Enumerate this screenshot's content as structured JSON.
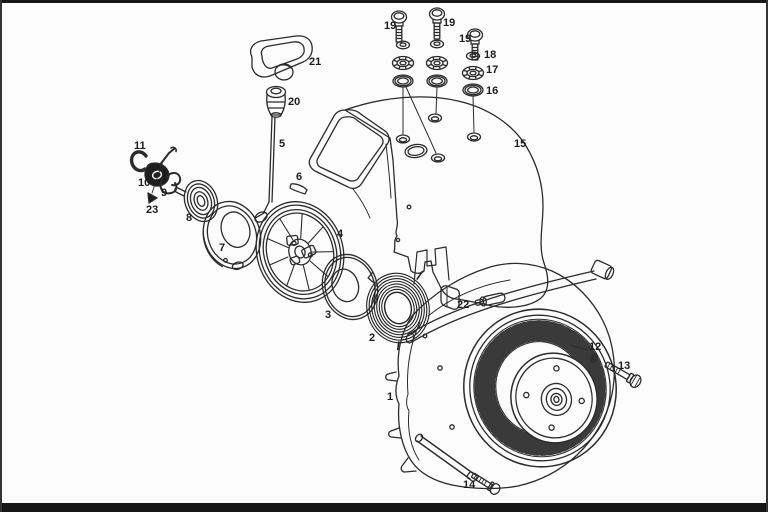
{
  "diagram": {
    "type": "exploded-parts-diagram",
    "subject": "recoil-starter-and-fan-housing-assembly",
    "colors": {
      "paper": "#fcfcfc",
      "ink": "#2b2b2b",
      "frame": "#161616",
      "dark_fill": "#1d1d1d"
    },
    "callouts": [
      {
        "text": "19",
        "name": "hex-bolt"
      },
      {
        "text": "19",
        "name": "hex-bolt"
      },
      {
        "text": "19",
        "name": "hex-bolt"
      },
      {
        "text": "18",
        "name": "small-washer"
      },
      {
        "text": "17",
        "name": "serrated-washer"
      },
      {
        "text": "16",
        "name": "plain-washer"
      },
      {
        "text": "21",
        "name": "starter-handle"
      },
      {
        "text": "20",
        "name": "rope-bushing"
      },
      {
        "text": "5",
        "name": "starter-rope"
      },
      {
        "text": "6",
        "name": "rope-wedge"
      },
      {
        "text": "11",
        "name": "retaining-ring"
      },
      {
        "text": "10",
        "name": "starter-pawl"
      },
      {
        "text": "9",
        "name": "pawl-spring-clip"
      },
      {
        "text": "23",
        "name": "small-wedge-piece"
      },
      {
        "text": "8",
        "name": "spring-case"
      },
      {
        "text": "7",
        "name": "cup-plate"
      },
      {
        "text": "4",
        "name": "rope-pulley"
      },
      {
        "text": "3",
        "name": "thrust-washer-disc"
      },
      {
        "text": "2",
        "name": "recoil-spring"
      },
      {
        "text": "15",
        "name": "starter-cover"
      },
      {
        "text": "22",
        "name": "clamp-block"
      },
      {
        "text": "12",
        "name": "washer-small"
      },
      {
        "text": "13",
        "name": "hex-bolt-long"
      },
      {
        "text": "1",
        "name": "fan-housing"
      },
      {
        "text": "14",
        "name": "hex-bolt-short"
      }
    ]
  }
}
